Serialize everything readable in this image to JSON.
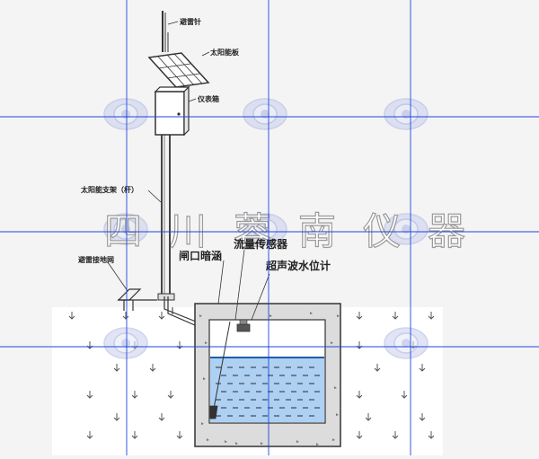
{
  "labels": {
    "lightning_rod": "避雷针",
    "solar_panel": "太阳能板",
    "instrument_box": "仪表箱",
    "solar_pole": "太阳能支架（杆）",
    "grounding_grid": "避雷接地网",
    "culvert": "闸口暗涵",
    "flow_sensor": "流量传感器",
    "ultrasonic_meter": "超声波水位计"
  },
  "watermark": {
    "company_name": "四川蓉南仪器"
  },
  "colors": {
    "water": "#aed0f2",
    "line": "#333333",
    "guide": "#2244dd",
    "ground": "#ffffff",
    "background": "#f4f4f4"
  }
}
